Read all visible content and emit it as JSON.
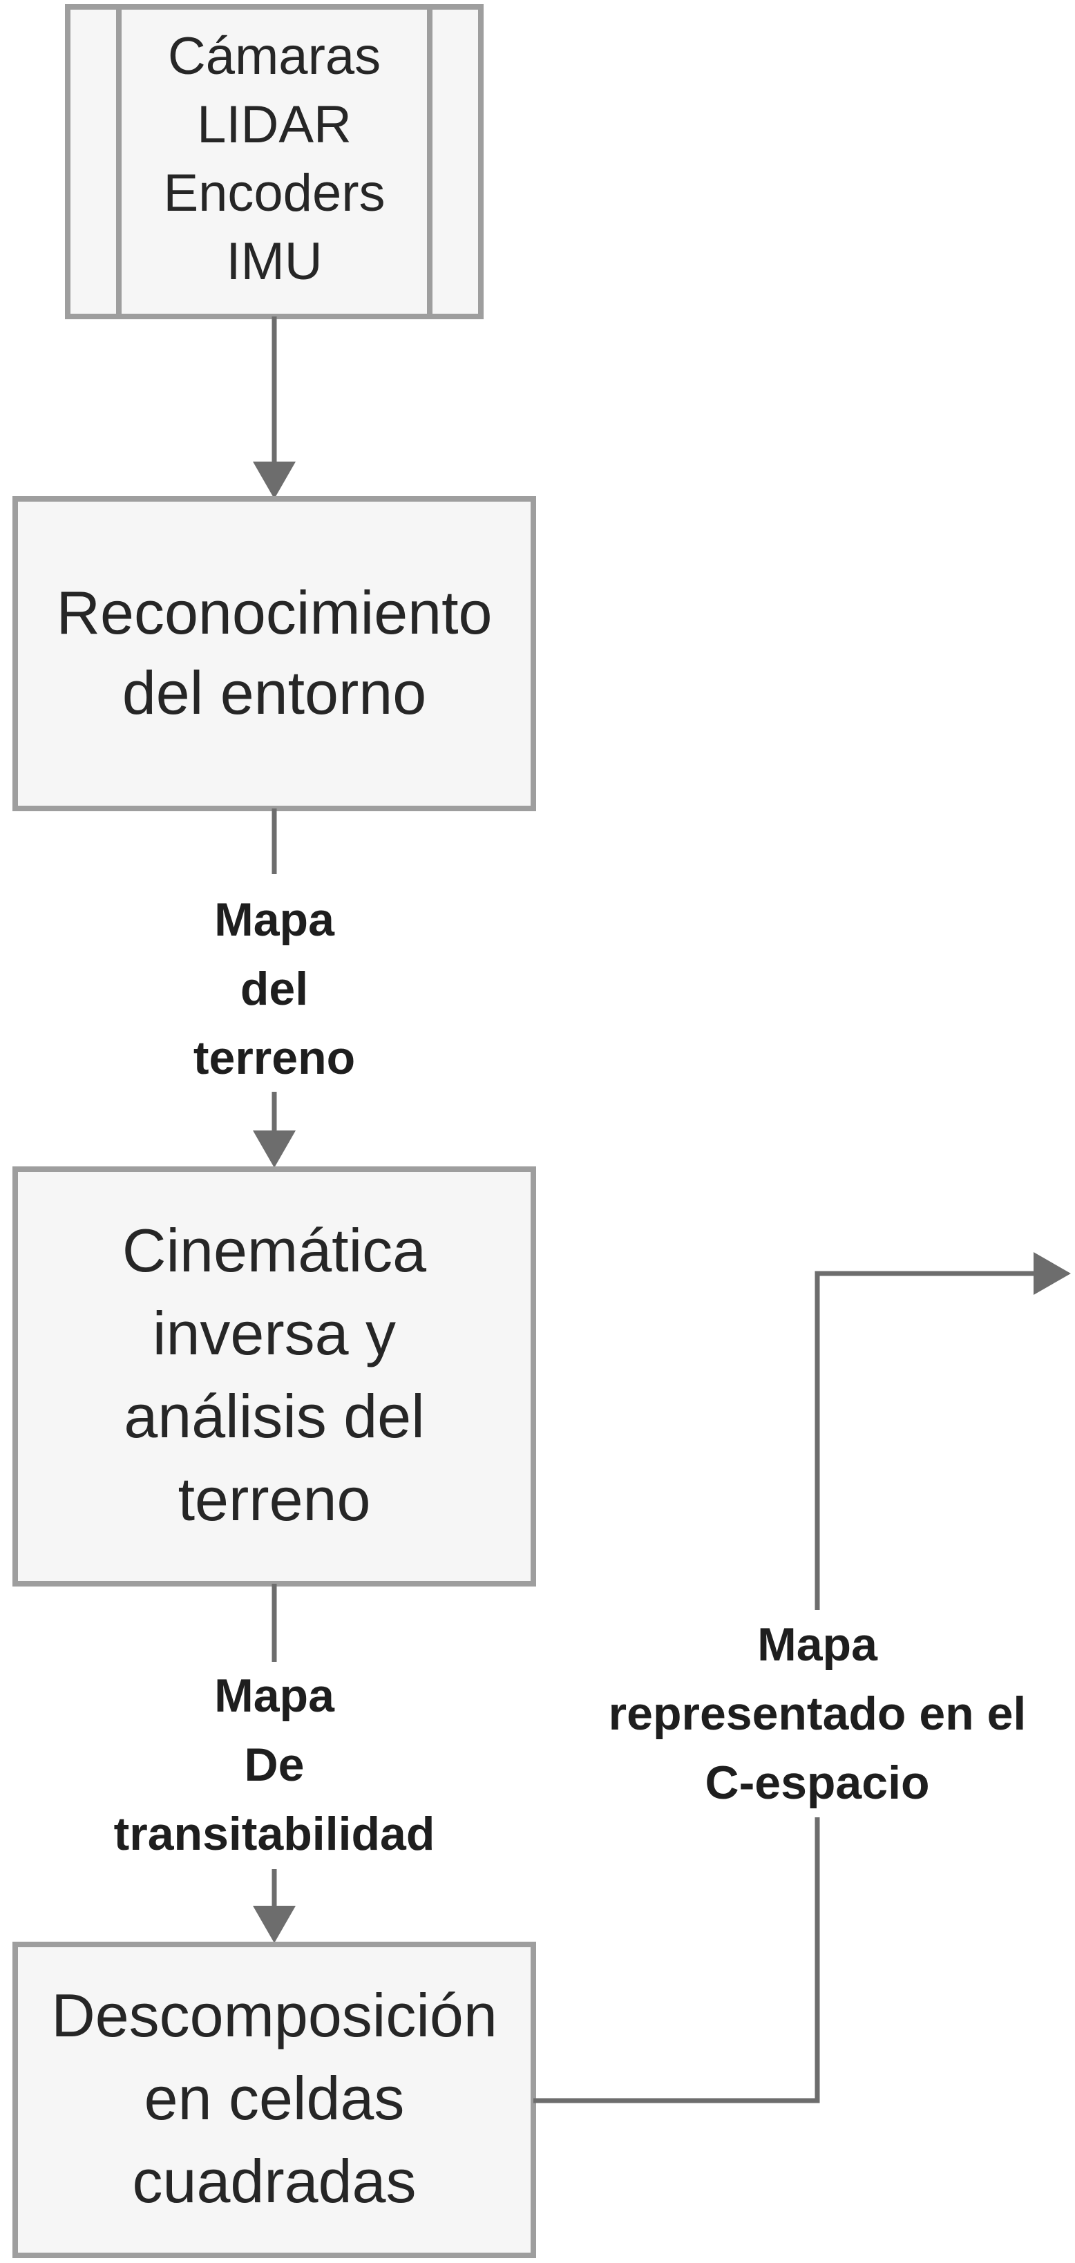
{
  "diagram": {
    "sensors": {
      "lines": [
        "Cámaras",
        "LIDAR",
        "Encoders",
        "IMU"
      ]
    },
    "steps": [
      {
        "lines": [
          "Reconocimiento",
          "del entorno"
        ]
      },
      {
        "lines": [
          "Cinemática",
          "inversa y",
          "análisis del",
          "terreno"
        ]
      },
      {
        "lines": [
          "Descomposición",
          "en celdas",
          "cuadradas"
        ]
      }
    ],
    "edge_labels": [
      {
        "lines": [
          "Mapa",
          "del",
          "terreno"
        ]
      },
      {
        "lines": [
          "Mapa",
          "De",
          "transitabilidad"
        ]
      },
      {
        "lines": [
          "Mapa",
          "representado en el",
          "C-espacio"
        ]
      }
    ],
    "colors": {
      "box_fill": "#f6f6f6",
      "box_stroke": "#9e9e9e",
      "connector": "#6d6d6d",
      "text": "#262626"
    }
  }
}
